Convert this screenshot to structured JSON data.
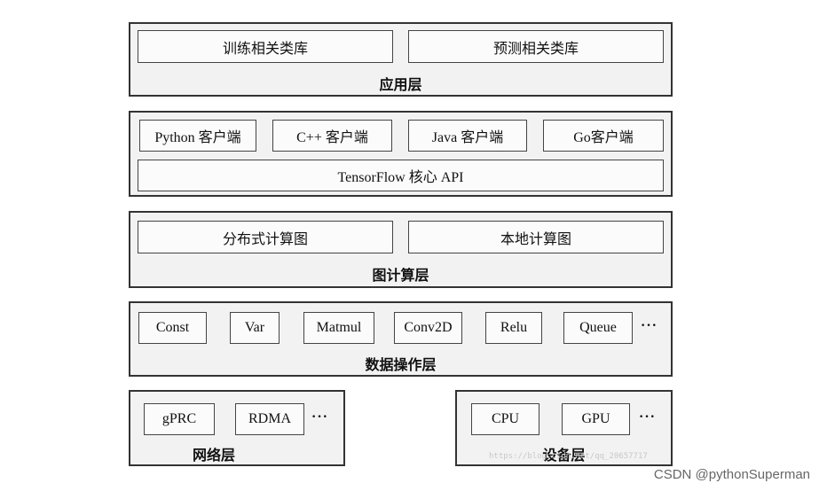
{
  "application_layer": {
    "caption": "应用层",
    "items": [
      "训练相关类库",
      "预测相关类库"
    ]
  },
  "client_layer": {
    "clients": [
      "Python 客户端",
      "C++ 客户端",
      "Java 客户端",
      "Go客户端"
    ],
    "core_api": "TensorFlow 核心 API"
  },
  "graph_layer": {
    "caption": "图计算层",
    "items": [
      "分布式计算图",
      "本地计算图"
    ]
  },
  "data_op_layer": {
    "caption": "数据操作层",
    "ops": [
      "Const",
      "Var",
      "Matmul",
      "Conv2D",
      "Relu",
      "Queue"
    ],
    "more": "···"
  },
  "network_layer": {
    "caption": "网络层",
    "items": [
      "gPRC",
      "RDMA"
    ],
    "more": "···"
  },
  "device_layer": {
    "caption": "设备层",
    "items": [
      "CPU",
      "GPU"
    ],
    "more": "···"
  },
  "watermark": "https://blog.csdn.net/qq_20657717",
  "credit": "CSDN @pythonSuperman"
}
